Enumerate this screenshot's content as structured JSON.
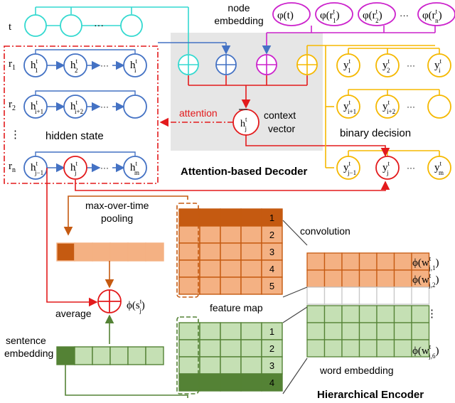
{
  "colors": {
    "cyan": "#33d9d0",
    "blue": "#4472c4",
    "magenta": "#cc22cc",
    "yellow": "#f5b800",
    "red": "#e31a1c",
    "orange_dark": "#c55a11",
    "orange_light": "#f4b183",
    "green_dark": "#548235",
    "green_light": "#c5e0b4",
    "decoder_bg": "#e6e6e6"
  },
  "labels": {
    "t": "t",
    "r1": "r",
    "r1_sub": "1",
    "r2": "r",
    "r2_sub": "2",
    "rn": "r",
    "rn_sub": "n",
    "vdots": "⋮",
    "hidden_state": "hidden state",
    "node_embedding_1": "node",
    "node_embedding_2": "embedding",
    "attention": "attention",
    "context_vector_1": "context",
    "context_vector_2": "vector",
    "binary_decision": "binary decision",
    "attention_decoder": "Attention-based Decoder",
    "max_pool_1": "max-over-time",
    "max_pool_2": "pooling",
    "convolution": "convolution",
    "feature_map": "feature map",
    "word_embedding": "word embedding",
    "average": "average",
    "sentence_embedding_1": "sentence",
    "sentence_embedding_2": "embedding",
    "hierarchical_encoder": "Hierarchical Encoder",
    "ellipsis": "···"
  },
  "node_embeddings": [
    {
      "phi": "φ",
      "arg": "t",
      "sup": "",
      "sub": ""
    },
    {
      "phi": "φ",
      "arg": "r",
      "sup": "t",
      "sub": "1"
    },
    {
      "phi": "φ",
      "arg": "r",
      "sup": "t",
      "sub": "2"
    },
    {
      "phi": "φ",
      "arg": "r",
      "sup": "t",
      "sub": "n"
    }
  ],
  "hidden_rows": [
    [
      {
        "b": "h",
        "sup": "t",
        "sub": "1"
      },
      {
        "b": "h",
        "sup": "t",
        "sub": "2"
      },
      {
        "b": "h",
        "sup": "t",
        "sub": "i"
      }
    ],
    [
      {
        "b": "h",
        "sup": "t",
        "sub": "i+1"
      },
      {
        "b": "h",
        "sup": "t",
        "sub": "i+2"
      },
      {
        "b": "",
        "sup": "",
        "sub": ""
      }
    ],
    [
      {
        "b": "h",
        "sup": "t",
        "sub": "j−1"
      },
      {
        "b": "h",
        "sup": "t",
        "sub": "j"
      },
      {
        "b": "h",
        "sup": "t",
        "sub": "m"
      }
    ]
  ],
  "y_rows": [
    [
      {
        "b": "y",
        "sup": "t",
        "sub": "1"
      },
      {
        "b": "y",
        "sup": "t",
        "sub": "2"
      },
      {
        "b": "y",
        "sup": "t",
        "sub": "i"
      }
    ],
    [
      {
        "b": "y",
        "sup": "t",
        "sub": "i+1"
      },
      {
        "b": "y",
        "sup": "t",
        "sub": "i+2"
      },
      {
        "b": "",
        "sup": "",
        "sub": ""
      }
    ],
    [
      {
        "b": "y",
        "sup": "t",
        "sub": "j−1"
      },
      {
        "b": "y",
        "sup": "t",
        "sub": "j"
      },
      {
        "b": "y",
        "sup": "t",
        "sub": "m"
      }
    ]
  ],
  "context_vector": {
    "b": "h",
    "sup": "t",
    "sub": "j"
  },
  "sentence_phi": {
    "phi": "ϕ",
    "arg": "s",
    "sup": "t",
    "sub": "j"
  },
  "word_phis": [
    {
      "phi": "ϕ",
      "arg": "w",
      "sup": "t",
      "sub": "j,1"
    },
    {
      "phi": "ϕ",
      "arg": "w",
      "sup": "t",
      "sub": "j,2"
    },
    {
      "phi": "ϕ",
      "arg": "w",
      "sup": "t",
      "sub": "j,6"
    }
  ],
  "orange_map_rows": [
    "1",
    "2",
    "3",
    "4",
    "5"
  ],
  "green_map_rows": [
    "1",
    "2",
    "3",
    "4"
  ]
}
